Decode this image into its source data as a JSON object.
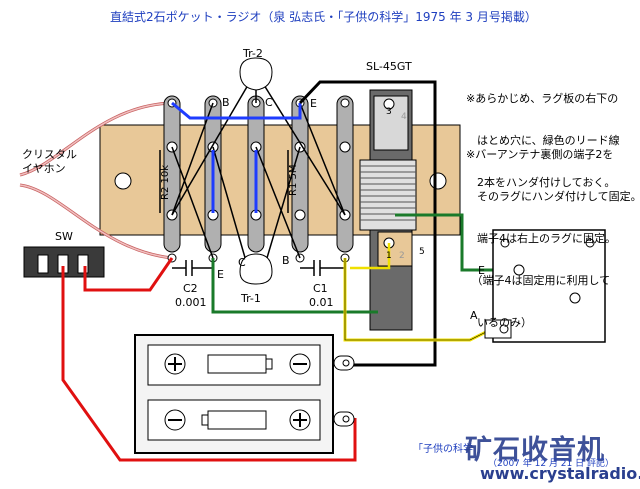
{
  "title": "直結式2石ポケット・ラジオ（泉 弘志氏・「子供の科学」1975 年 3 月号掲載）",
  "notes": {
    "note1": [
      "※あらかじめ、ラグ板の右下の",
      "　はとめ穴に、緑色のリード線",
      "　2本をハンダ付けしておく。"
    ],
    "note2": [
      "※バーアンテナ裏側の端子2を",
      "　そのラグにハンダ付けして固定。",
      "　端子4は右上のラグに固定。",
      "　（端子4は固定用に利用して",
      "　いるのみ）"
    ]
  },
  "labels": {
    "earphone": [
      "クリスタル",
      "イヤホン"
    ],
    "switch": "SW",
    "tr2": "Tr-2",
    "tr1": "Tr-1",
    "b_top": "B",
    "c_top": "C",
    "e_top": "E",
    "e_bot": "E",
    "c_bot": "C",
    "b_bot": "B",
    "r2": "R2 10k",
    "r1": "R1 5M",
    "c2": "C2",
    "c2_value": "0.001",
    "c1": "C1",
    "c1_value": "0.01",
    "antenna": "SL-45GT",
    "term3": "3",
    "term4": "4",
    "term1": "1",
    "term2": "2",
    "term5": "5",
    "vc_e": "E",
    "vc_a": "A"
  },
  "footer": {
    "source": "「子供の科学",
    "site_name": "矿石收音机",
    "url": "www.crystalradio.cn",
    "date_note": "（2007 年 12 月 21 日 評記）"
  },
  "colors": {
    "board": "#e8c898",
    "title_blue": "#1f3fbf",
    "wire_blue": "#1e3cff",
    "wire_red": "#e01010",
    "wire_green": "#1a7a2a",
    "wire_yellow": "#f0e000",
    "wire_black": "#000000",
    "earphone_wire": "#d08080"
  },
  "icons": [
    "battery-icon",
    "switch-icon",
    "variable-capacitor-icon",
    "transistor-icon",
    "bar-antenna-icon"
  ]
}
